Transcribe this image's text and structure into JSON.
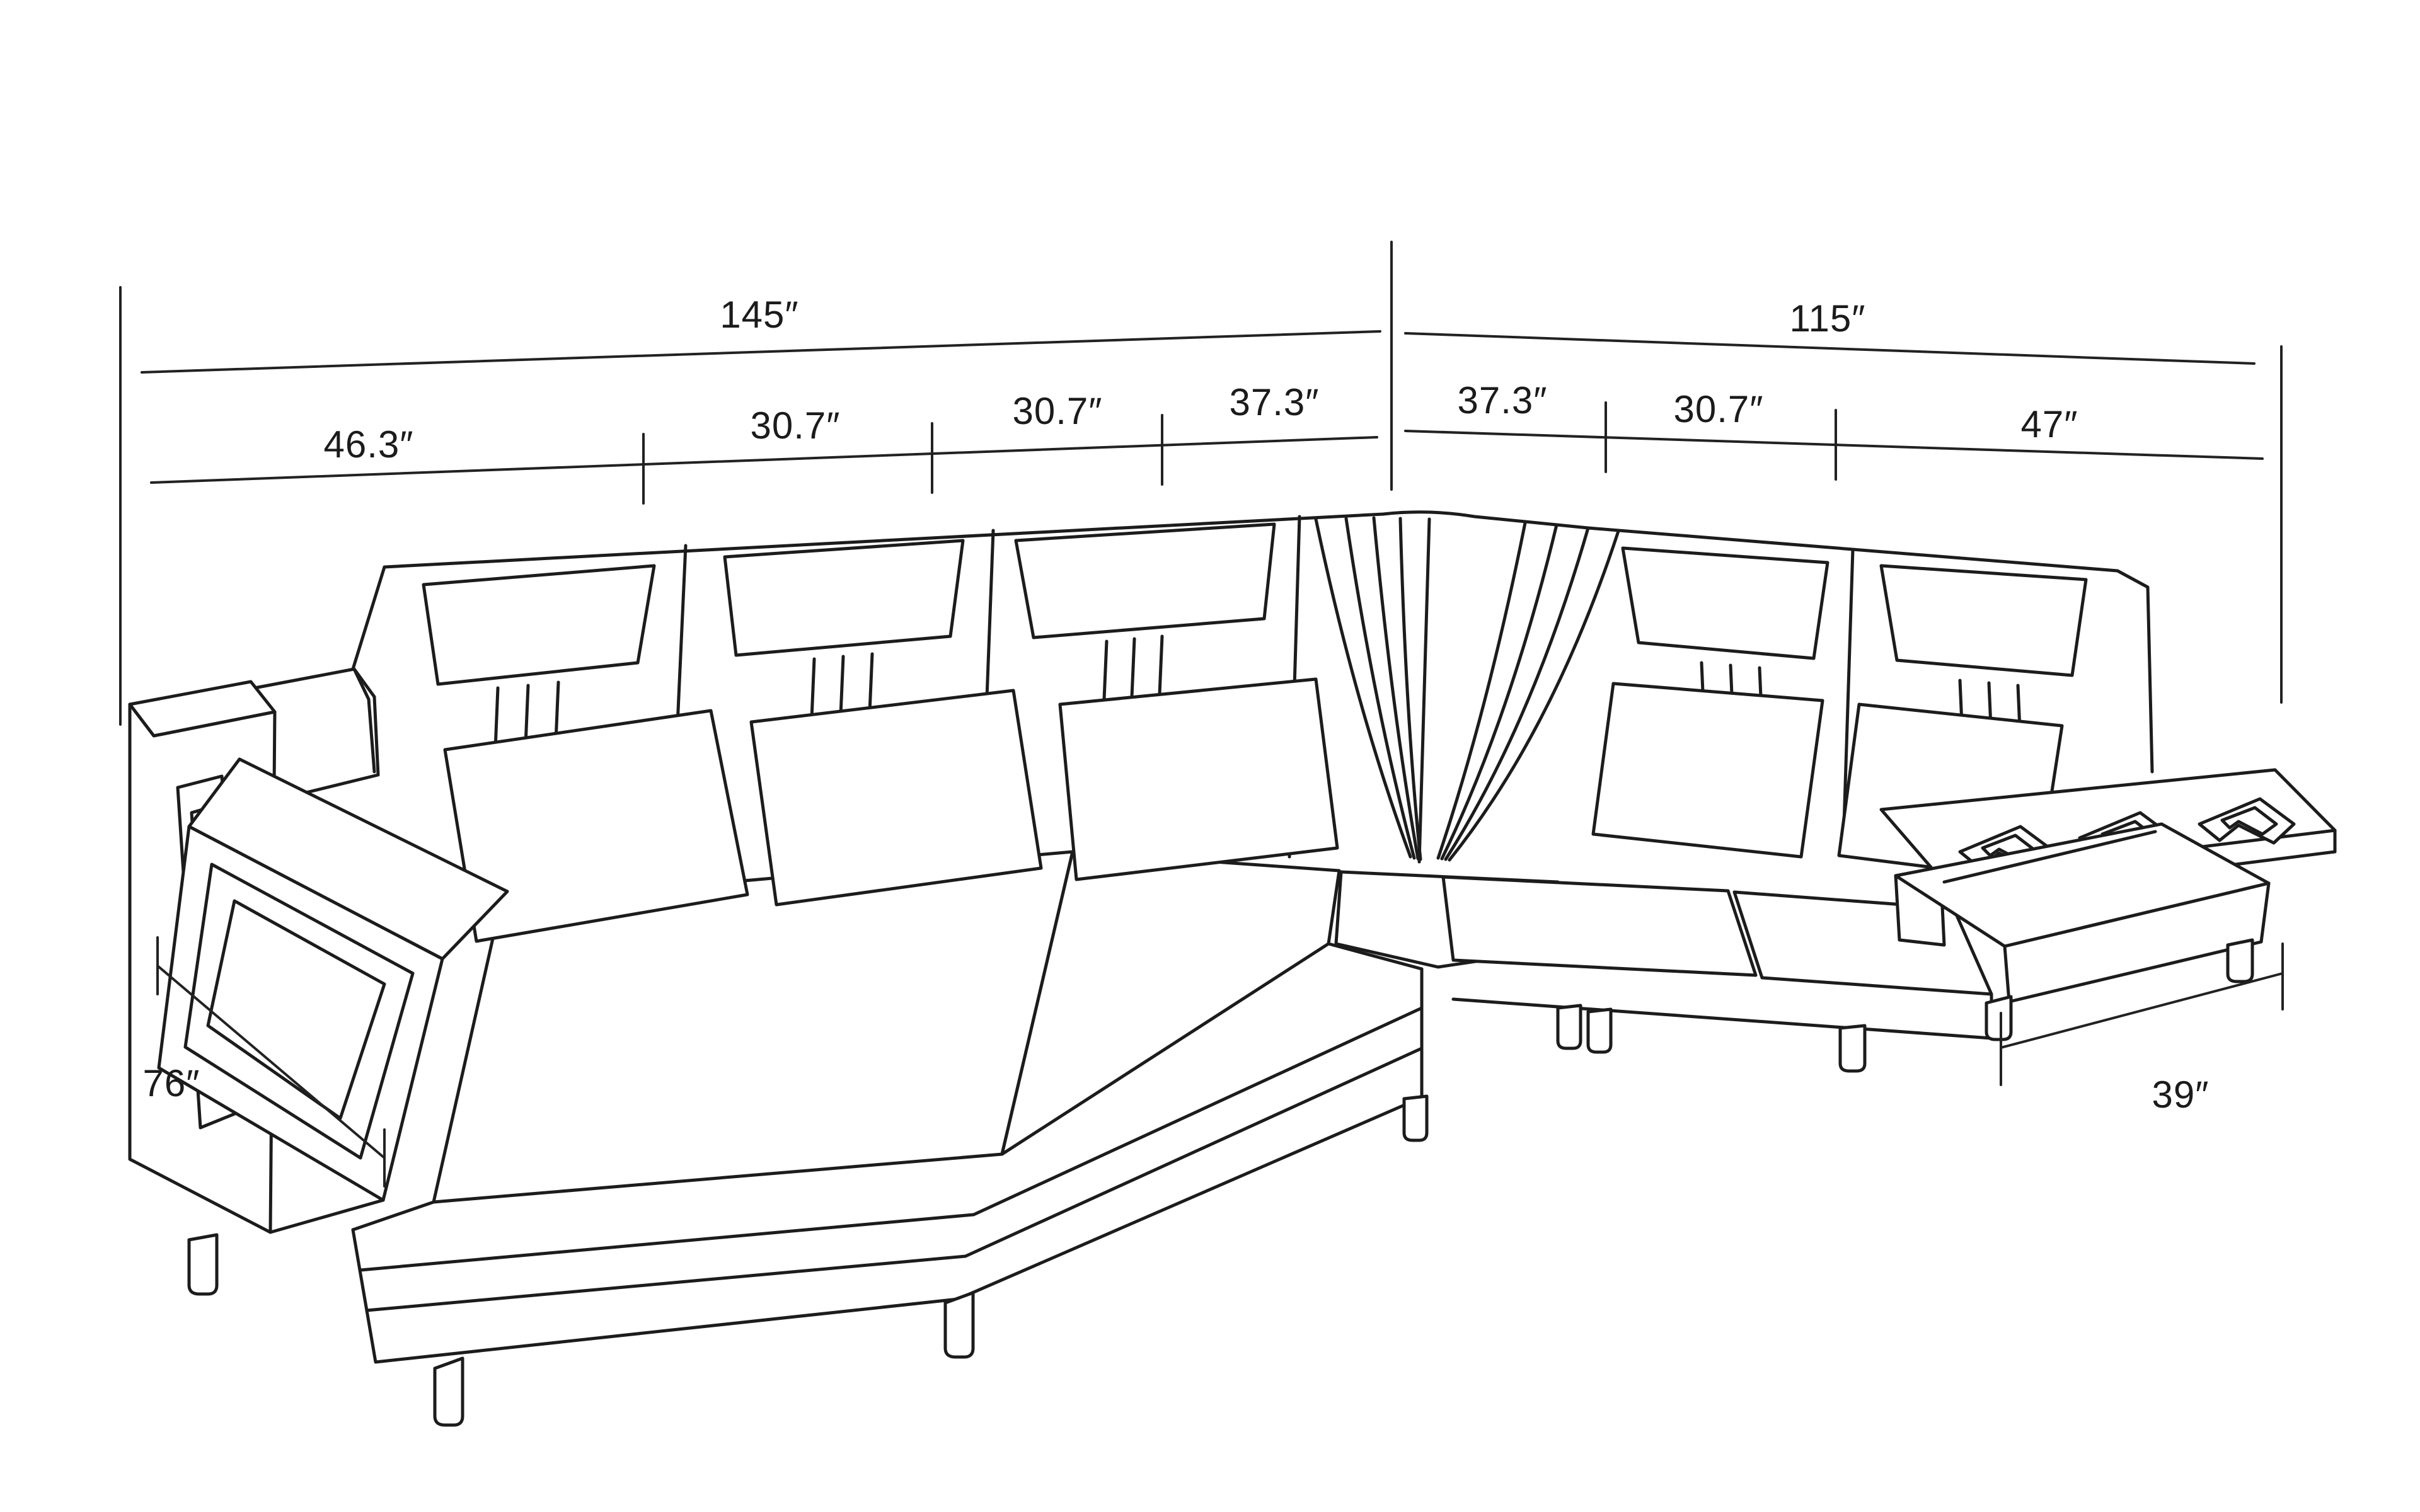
{
  "figure": {
    "type": "furniture-dimension-diagram",
    "subject": "U-shaped modern sectional sofa with chaise, LED-style slotted arms and right-arm side shelf, perspective line drawing",
    "background": "#ffffff",
    "line_color": "#1c1c1c",
    "units": "inches"
  },
  "dimensions": {
    "total_left": {
      "label": "145″",
      "value": 145
    },
    "total_right": {
      "label": "115″",
      "value": 115
    },
    "left_segments": [
      {
        "label": "46.3″",
        "value": 46.3
      },
      {
        "label": "30.7″",
        "value": 30.7
      },
      {
        "label": "30.7″",
        "value": 30.7
      },
      {
        "label": "37.3″",
        "value": 37.3
      }
    ],
    "right_segments": [
      {
        "label": "37.3″",
        "value": 37.3
      },
      {
        "label": "30.7″",
        "value": 30.7
      },
      {
        "label": "47″",
        "value": 47
      }
    ],
    "depth_left": {
      "label": "76″",
      "value": 76
    },
    "depth_right": {
      "label": "39″",
      "value": 39
    }
  },
  "parts": [
    "left-arm-with-light-slots",
    "left-front-console",
    "chaise-lounge",
    "left-backrests-with-headrests",
    "pillows",
    "corner-section-fan-pleats",
    "right-backrests-with-headrests",
    "right-seats",
    "right-arm-chevron-slots",
    "right-side-shelf-step-table",
    "cylindrical-legs"
  ]
}
